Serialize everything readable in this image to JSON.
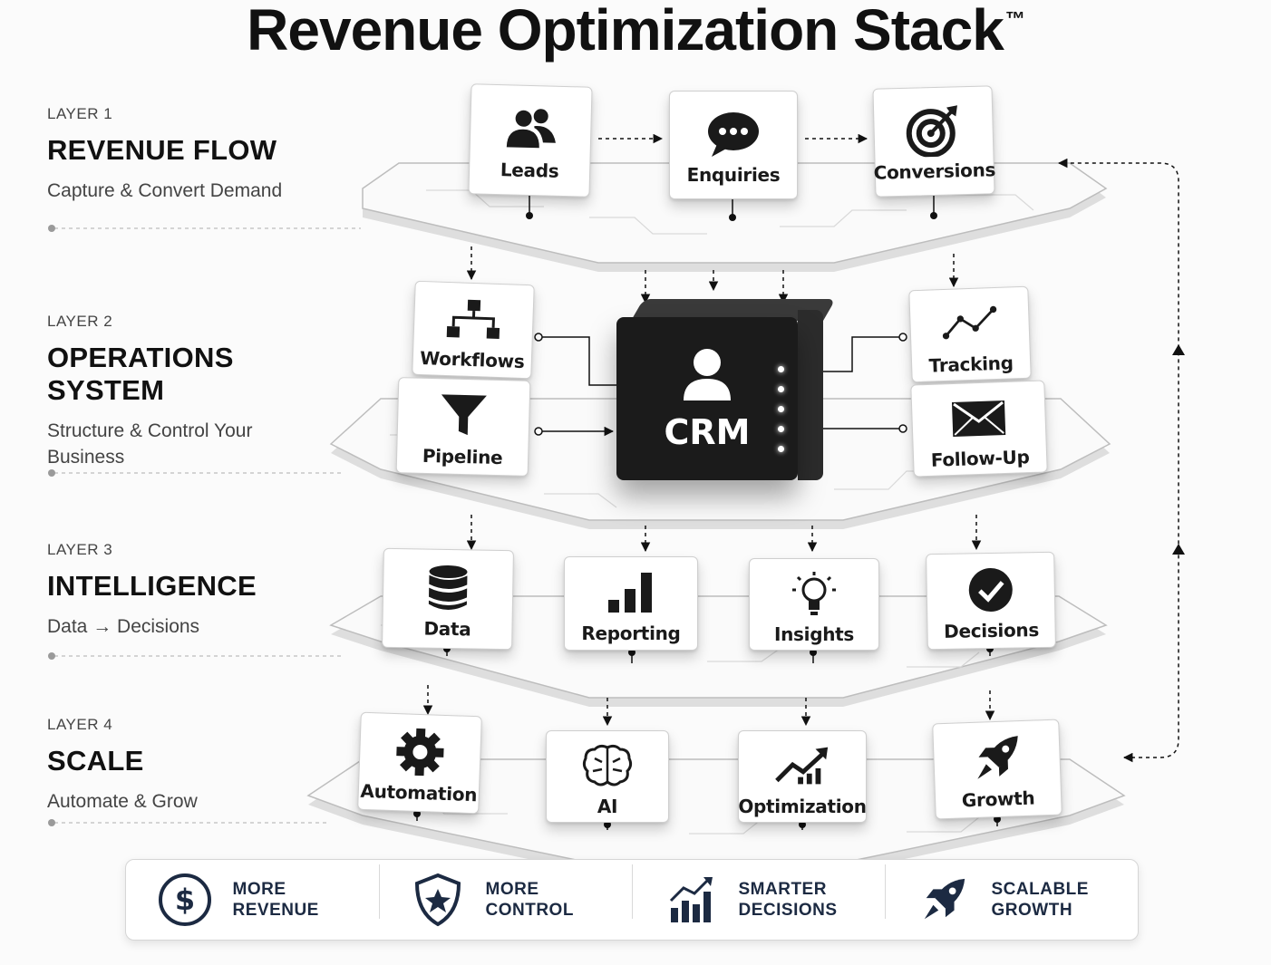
{
  "title": "Revenue Optimization Stack",
  "trademark": "™",
  "layers": [
    {
      "number": "LAYER 1",
      "name": "REVENUE FLOW",
      "description": "Capture & Convert Demand"
    },
    {
      "number": "LAYER 2",
      "name": "OPERATIONS SYSTEM",
      "description": "Structure & Control Your Business"
    },
    {
      "number": "LAYER 3",
      "name": "INTELLIGENCE",
      "description": "Data → Decisions"
    },
    {
      "number": "LAYER 4",
      "name": "SCALE",
      "description": "Automate & Grow"
    }
  ],
  "nodes": {
    "leads": "Leads",
    "enquiries": "Enquiries",
    "conversions": "Conversions",
    "workflows": "Workflows",
    "pipeline": "Pipeline",
    "crm": "CRM",
    "tracking": "Tracking",
    "follow_up": "Follow-Up",
    "data": "Data",
    "reporting": "Reporting",
    "insights": "Insights",
    "decisions": "Decisions",
    "automation": "Automation",
    "ai": "AI",
    "optimization": "Optimization",
    "growth": "Growth"
  },
  "benefits": [
    {
      "line1": "MORE",
      "line2": "REVENUE",
      "icon": "dollar-circle-icon"
    },
    {
      "line1": "MORE",
      "line2": "CONTROL",
      "icon": "shield-star-icon"
    },
    {
      "line1": "SMARTER",
      "line2": "DECISIONS",
      "icon": "bar-chart-up-icon"
    },
    {
      "line1": "SCALABLE",
      "line2": "GROWTH",
      "icon": "rocket-icon"
    }
  ],
  "colors": {
    "ink": "#111111",
    "crm_block": "#1b1b1b",
    "benefit_text": "#1c2a42"
  }
}
